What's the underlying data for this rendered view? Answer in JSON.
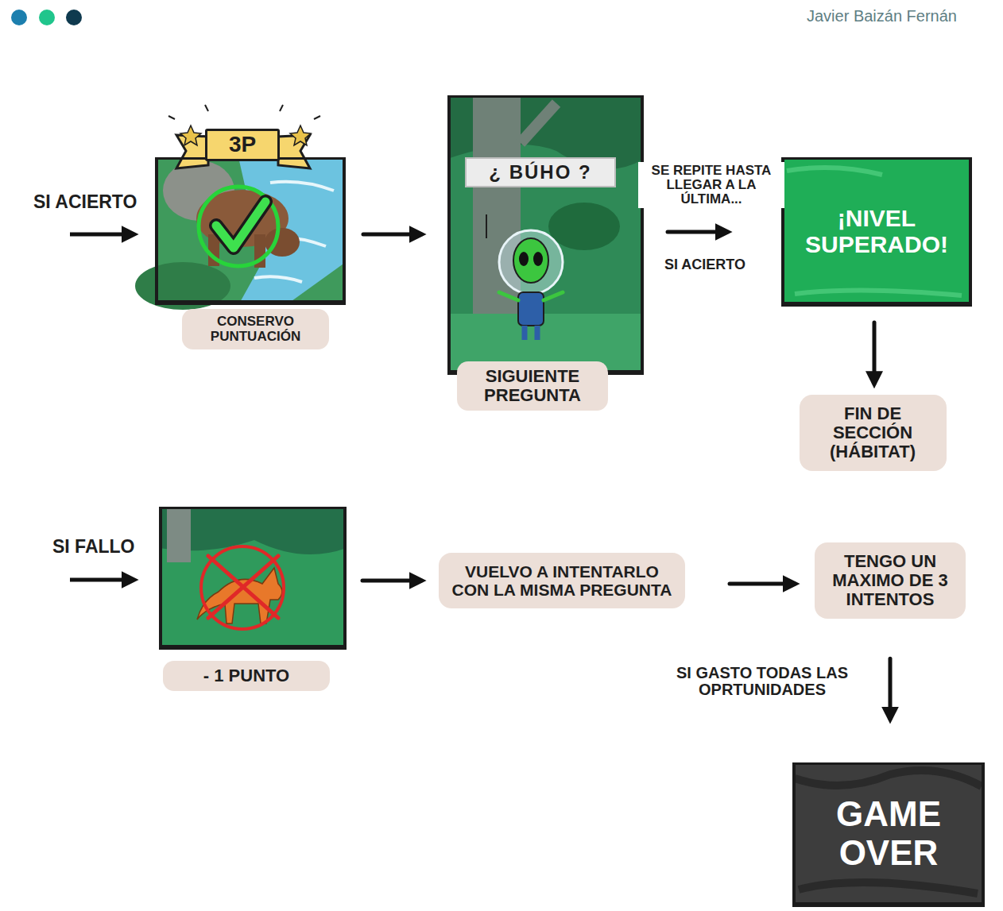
{
  "diagram": {
    "nodes": [
      {
        "text": [
          "3P",
          "CONSERVO PUNTUACIÓN"
        ]
      },
      {
        "text": [
          "¿ BÚHO ?",
          "SIGUIENTE PREGUNTA"
        ]
      },
      {
        "text": [
          "¡NIVEL SUPERADO!"
        ]
      },
      {
        "text": [
          "FIN DE SECCIÓN (HÁBITAT)"
        ]
      },
      {
        "text": [
          "- 1 PUNTO"
        ]
      },
      {
        "text": [
          "VUELVO A INTENTARLO CON LA MISMA PREGUNTA"
        ]
      },
      {
        "text": [
          "TENGO UN MAXIMO DE 3 INTENTOS"
        ]
      },
      {
        "text": [
          "GAME OVER"
        ]
      }
    ],
    "edges": [
      {
        "from": 0,
        "to": 1,
        "arrow": "to"
      },
      {
        "from": 1,
        "to": 2,
        "label": "SE REPITE HASTA LLEGAR A LA ÚLTIMA...",
        "arrow": "to"
      },
      {
        "from": 2,
        "to": 3,
        "arrow": "to"
      },
      {
        "from": 4,
        "to": 5,
        "arrow": "to"
      },
      {
        "from": 5,
        "to": 6,
        "arrow": "to"
      },
      {
        "from": 6,
        "to": 7,
        "label": "SI GASTO TODAS LAS OPRTUNIDADES",
        "arrow": "to"
      }
    ],
    "labels": [
      "Javier Baizán Fernán",
      "SI ACIERTO",
      "SI ACIERTO",
      "SI FALLO"
    ]
  }
}
